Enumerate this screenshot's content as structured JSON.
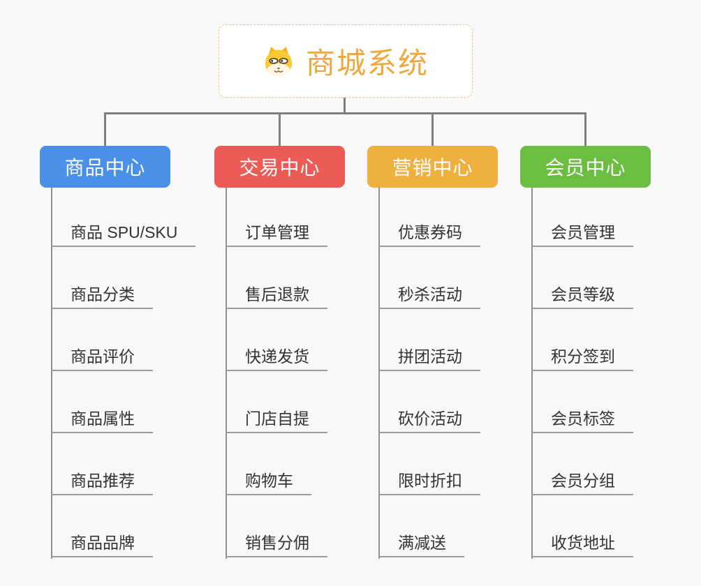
{
  "app": {
    "background_color": "#f8f8f8",
    "connector_color": "#7f7f7f",
    "leaf_line_color": "#9b9b9b",
    "leaf_text_color": "#333333"
  },
  "root": {
    "title": "商城系统",
    "icon": "dog-face-icon",
    "text_color": "#f0a83e",
    "border_color": "#f0c182"
  },
  "branches": [
    {
      "label": "商品中心",
      "color": "#4a90e8",
      "items": [
        "商品 SPU/SKU",
        "商品分类",
        "商品评价",
        "商品属性",
        "商品推荐",
        "商品品牌"
      ]
    },
    {
      "label": "交易中心",
      "color": "#ed5b56",
      "items": [
        "订单管理",
        "售后退款",
        "快递发货",
        "门店自提",
        "购物车",
        "销售分佣"
      ]
    },
    {
      "label": "营销中心",
      "color": "#efb040",
      "items": [
        "优惠券码",
        "秒杀活动",
        "拼团活动",
        "砍价活动",
        "限时折扣",
        "满减送"
      ]
    },
    {
      "label": "会员中心",
      "color": "#6cbe43",
      "items": [
        "会员管理",
        "会员等级",
        "积分签到",
        "会员标签",
        "会员分组",
        "收货地址"
      ]
    }
  ]
}
